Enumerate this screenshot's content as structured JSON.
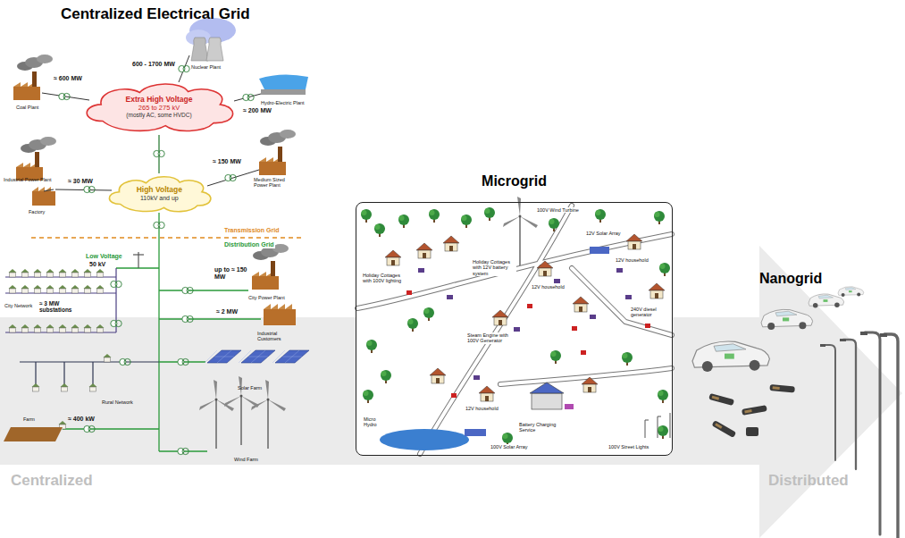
{
  "diagram": {
    "title": "Centralized Electrical Grid",
    "nodes": [
      {
        "text": [
          "Extra High Voltage",
          "265 to 275 kV",
          "(mostly AC, some HVDC)"
        ]
      },
      {
        "text": [
          "High Voltage",
          "110kV and up"
        ]
      },
      {
        "text": [
          "Microgrid"
        ]
      }
    ],
    "edges": [
      {
        "from": 0,
        "to": 1,
        "arrow": "none"
      }
    ],
    "labels": [
      "≈ 600 MW",
      "Coal Plant",
      "600 - 1700 MW",
      "Nuclear Plant",
      "≈ 200 MW",
      "Hydro-Electric Plant",
      "≈ 150 MW",
      "Medium Sized Power Plant",
      "Industrial Power Plant",
      "≈ 30 MW",
      "Factory",
      "Transmission Grid",
      "Distribution Grid",
      "Low Voltage",
      "50 kV",
      "City Network",
      "≈ 3 MW substations",
      "up to ≈ 150 MW",
      "City Power Plant",
      "≈ 2 MW",
      "Industrial Customers",
      "Solar Farm",
      "Rural Network",
      "Farm",
      "≈ 400 kW",
      "Wind Farm",
      "100V Wind Turbine",
      "12V Solar Array",
      "Holiday Cottages with 12V battery system",
      "Holiday Cottages with 100V lighting",
      "12V household",
      "12V household",
      "Steam Engine with 100V Generator",
      "240V diesel generator",
      "12V household",
      "Battery Charging Service",
      "Micro Hydro",
      "100V Solar Array",
      "100V Street Lights",
      "Nanogrid",
      "Centralized",
      "Distributed"
    ]
  }
}
